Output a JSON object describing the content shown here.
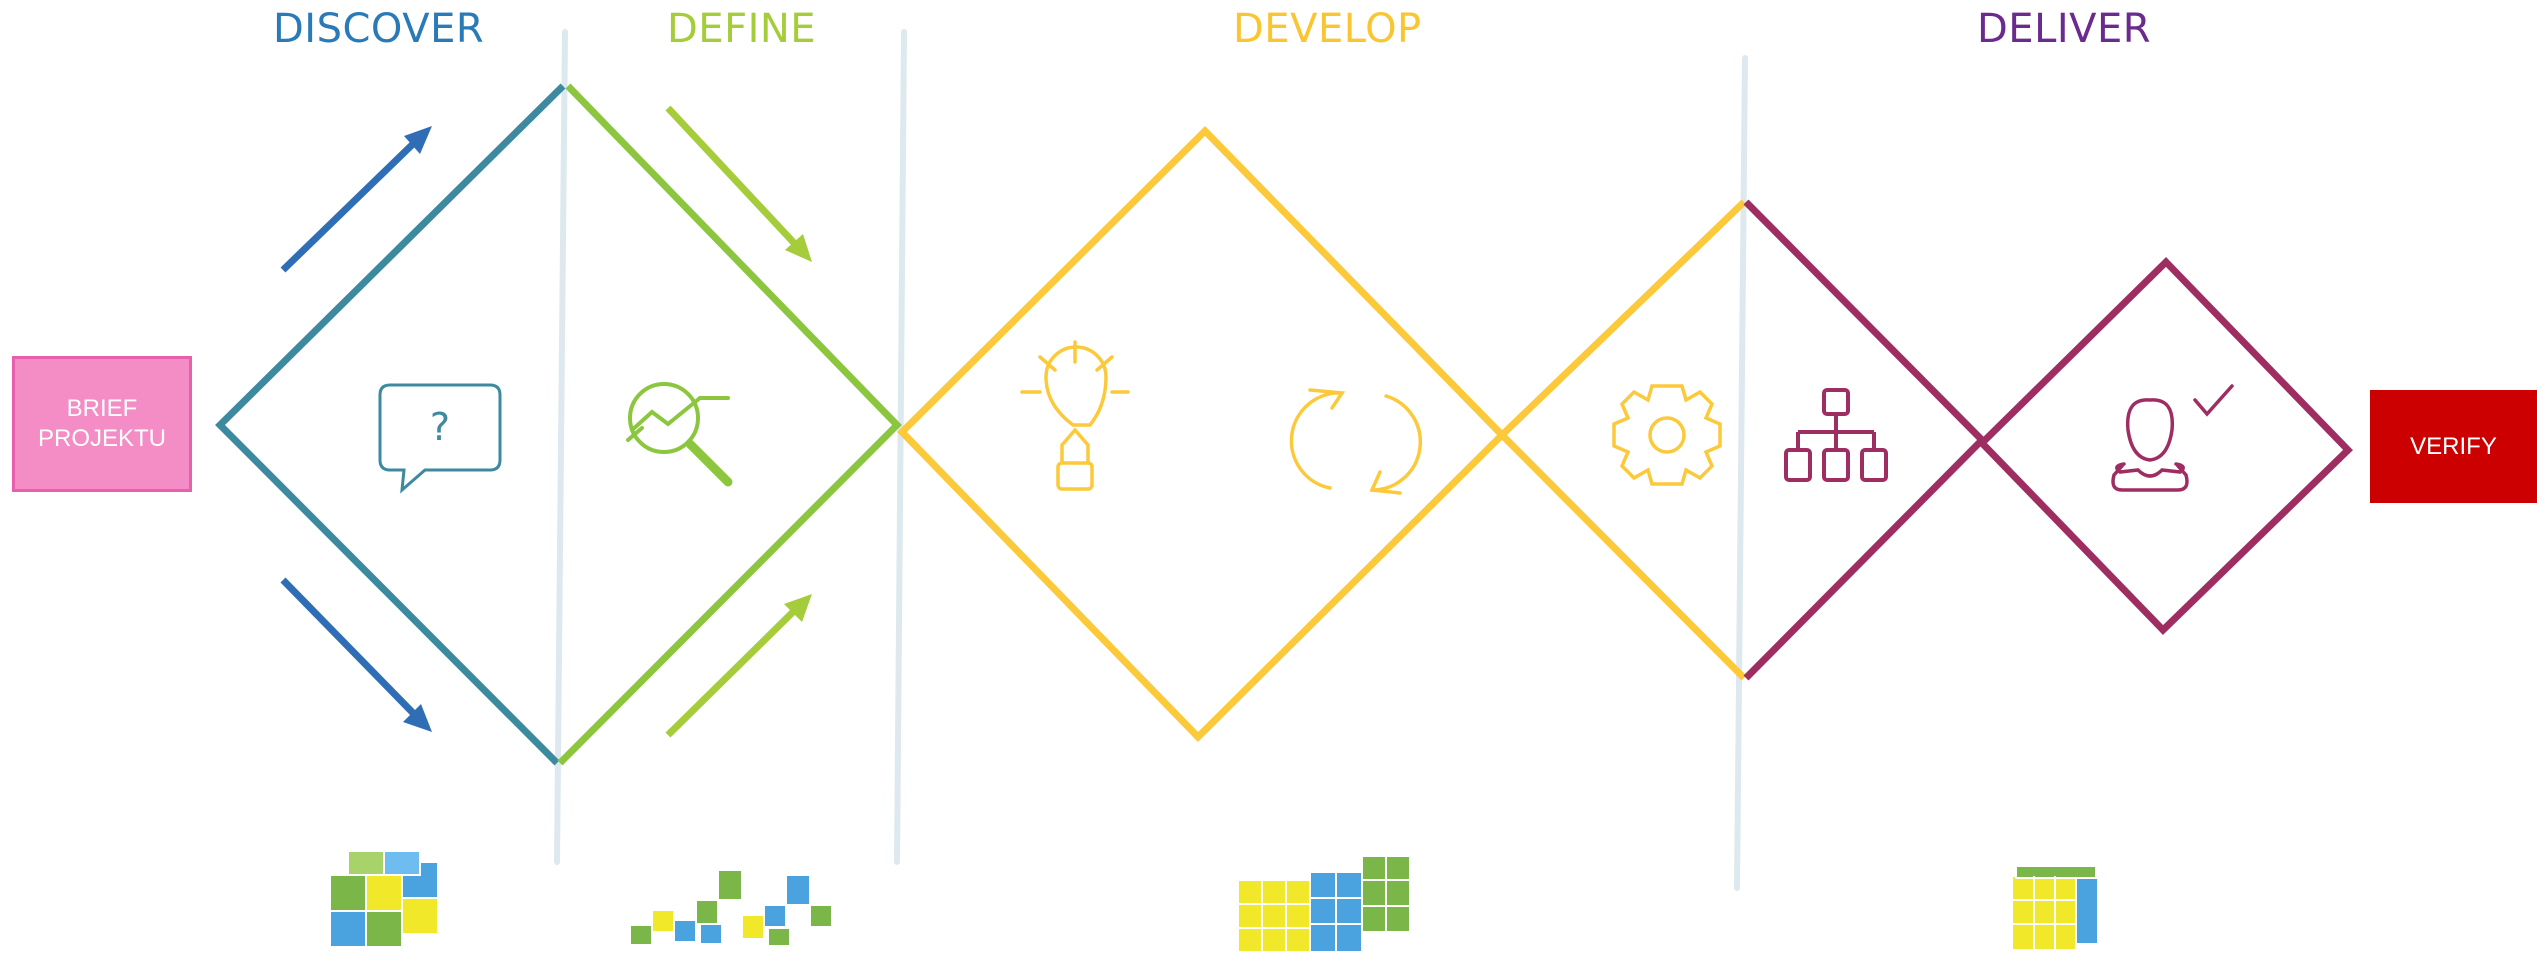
{
  "phases": [
    {
      "title": "DISCOVER",
      "color": "#2a7ab8"
    },
    {
      "title": "DEFINE",
      "color": "#a5cc3a"
    },
    {
      "title": "DEVELOP",
      "color": "#f9c632"
    },
    {
      "title": "DELIVER",
      "color": "#6a2a8e"
    }
  ],
  "start_box": {
    "line1": "BRIEF",
    "line2": "PROJEKTU",
    "color": "#f48cc5",
    "border": "#e85fae"
  },
  "end_box": {
    "label": "VERIFY",
    "color": "#cc0000"
  },
  "colors": {
    "discover_stroke": "#3d8aa0",
    "define_stroke": "#8cc63f",
    "develop_stroke": "#fcc93a",
    "deliver_stroke": "#9e2d62",
    "arrow_blue": "#2f6eb5",
    "arrow_green": "#a5cc3a",
    "separator": "#dde9ee"
  },
  "icons": {
    "discover": "question-speech-bubble-icon",
    "define": "magnifier-trend-chart-icon",
    "develop_1": "light-bulb-icon",
    "develop_2": "refresh-cycle-icon",
    "develop_3": "gear-icon",
    "deliver_1": "hierarchy-chart-icon",
    "deliver_2": "user-check-icon"
  },
  "question_mark": "?"
}
